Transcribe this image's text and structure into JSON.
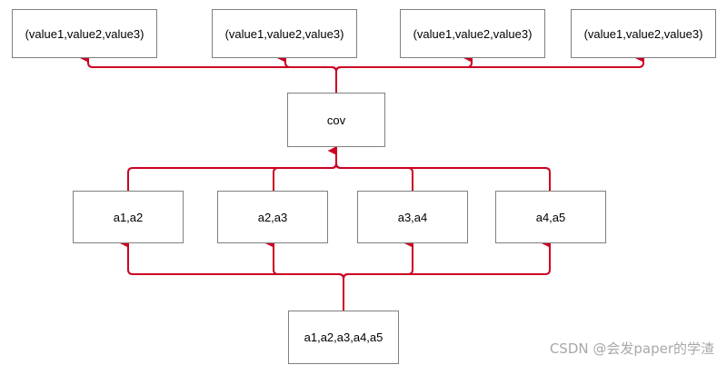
{
  "colors": {
    "edge": "#cc0022",
    "border": "#808080",
    "text": "#000000",
    "watermark": "#a8a8a8"
  },
  "diagram": {
    "outputs": [
      {
        "label": "(value1,value2,value3)"
      },
      {
        "label": "(value1,value2,value3)"
      },
      {
        "label": "(value1,value2,value3)"
      },
      {
        "label": "(value1,value2,value3)"
      }
    ],
    "cov": {
      "label": "cov"
    },
    "pairs": [
      {
        "label": "a1,a2"
      },
      {
        "label": "a2,a3"
      },
      {
        "label": "a3,a4"
      },
      {
        "label": "a4,a5"
      }
    ],
    "input": {
      "label": "a1,a2,a3,a4,a5"
    }
  },
  "watermark": {
    "text": "CSDN @会发paper的学渣"
  }
}
